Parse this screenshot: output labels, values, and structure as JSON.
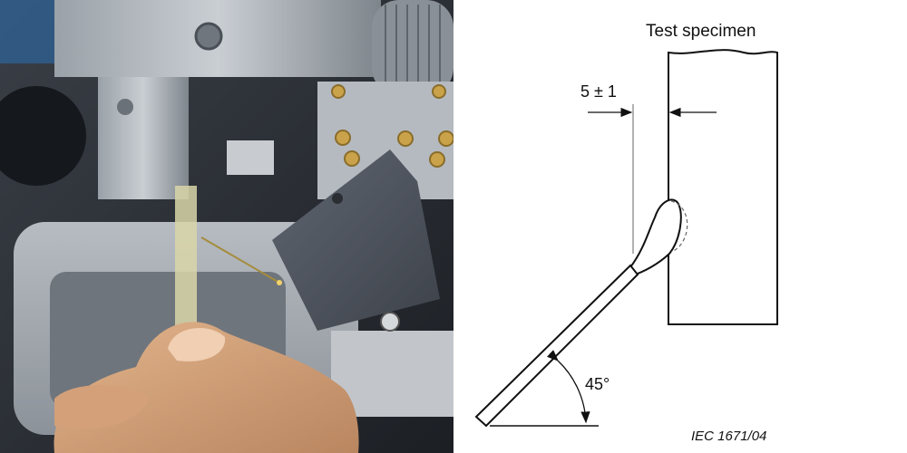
{
  "photo": {
    "description_icon": "photo-icon"
  },
  "diagram": {
    "specimen_label": "Test specimen",
    "dimension_label": "5 ± 1",
    "angle_label": "45°",
    "reference_code": "IEC   1671/04"
  }
}
